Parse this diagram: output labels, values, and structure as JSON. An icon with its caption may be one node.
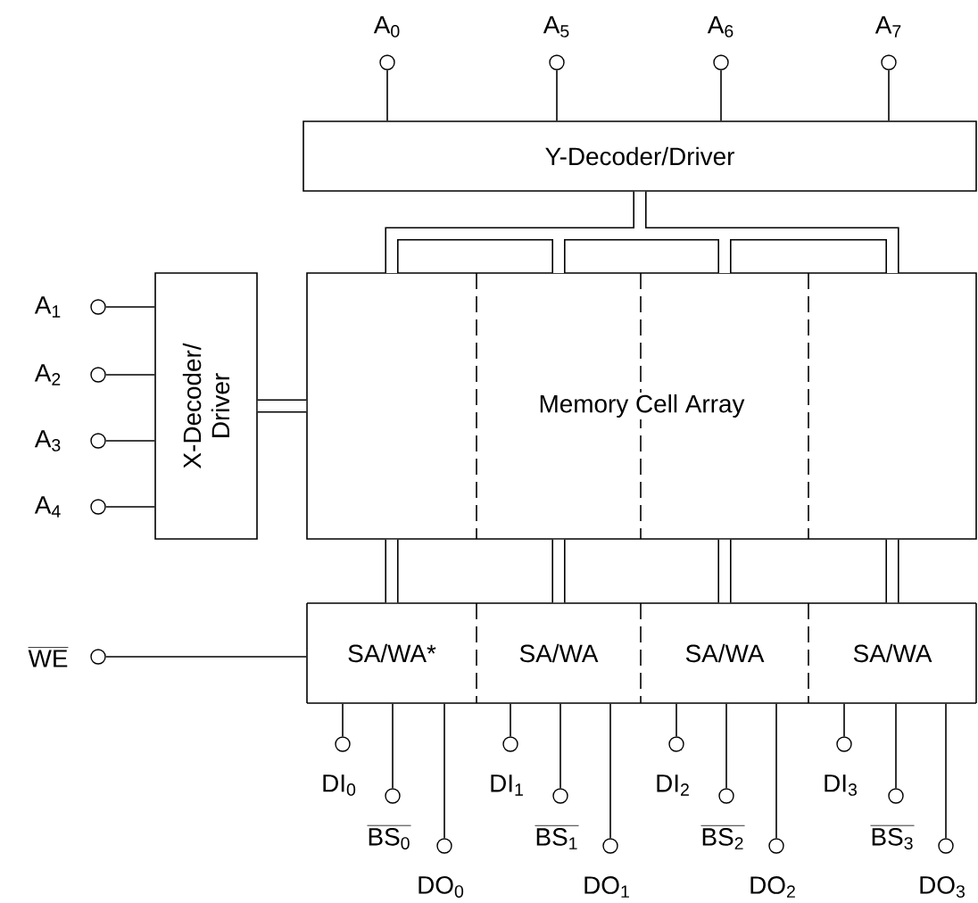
{
  "diagram": {
    "nodes": [
      {
        "text": [
          "A$_{0}$"
        ]
      },
      {
        "text": [
          "A$_{5}$"
        ]
      },
      {
        "text": [
          "A$_{6}$"
        ]
      },
      {
        "text": [
          "A$_{7}$"
        ]
      },
      {
        "text": [
          "Y-Decoder/Driver"
        ]
      },
      {
        "text": [
          "A$_{1}$"
        ]
      },
      {
        "text": [
          "A$_{2}$"
        ]
      },
      {
        "text": [
          "A$_{3}$"
        ]
      },
      {
        "text": [
          "A$_{4}$"
        ]
      },
      {
        "text": [
          "X-Decoder/ Driver"
        ]
      },
      {
        "text": [
          "Memory Cell Array"
        ]
      },
      {
        "text": [
          "WE"
        ]
      },
      {
        "text": [
          "SA/WA*"
        ]
      },
      {
        "text": [
          "SA/WA"
        ]
      },
      {
        "text": [
          "SA/WA"
        ]
      },
      {
        "text": [
          "SA/WA"
        ]
      },
      {
        "text": [
          "DI$_{0}$"
        ]
      },
      {
        "text": [
          "BS$_{0}$"
        ]
      },
      {
        "text": [
          "DO$_{0}$"
        ]
      },
      {
        "text": [
          "DI$_{1}$"
        ]
      },
      {
        "text": [
          "BS$_{1}$"
        ]
      },
      {
        "text": [
          "DO$_{1}$"
        ]
      },
      {
        "text": [
          "DI$_{2}$"
        ]
      },
      {
        "text": [
          "BS$_{2}$"
        ]
      },
      {
        "text": [
          "DO$_{2}$"
        ]
      },
      {
        "text": [
          "DI$_{3}$"
        ]
      },
      {
        "text": [
          "BS$_{3}$"
        ]
      },
      {
        "text": [
          "DO$_{3}$"
        ]
      }
    ],
    "edges": [
      {
        "from": 0,
        "to": 4,
        "arrow": "none"
      },
      {
        "from": 1,
        "to": 4,
        "arrow": "none"
      },
      {
        "from": 2,
        "to": 4,
        "arrow": "none"
      },
      {
        "from": 3,
        "to": 4,
        "arrow": "none"
      },
      {
        "from": 4,
        "to": 10,
        "arrow": "none",
        "style": "thick"
      },
      {
        "from": 5,
        "to": 9,
        "arrow": "none"
      },
      {
        "from": 6,
        "to": 9,
        "arrow": "none"
      },
      {
        "from": 7,
        "to": 9,
        "arrow": "none"
      },
      {
        "from": 8,
        "to": 9,
        "arrow": "none"
      },
      {
        "from": 9,
        "to": 10,
        "arrow": "none",
        "style": "thick"
      },
      {
        "from": 10,
        "to": 12,
        "arrow": "none",
        "style": "thick"
      },
      {
        "from": 10,
        "to": 13,
        "arrow": "none",
        "style": "thick"
      },
      {
        "from": 10,
        "to": 14,
        "arrow": "none",
        "style": "thick"
      },
      {
        "from": 10,
        "to": 15,
        "arrow": "none",
        "style": "thick"
      },
      {
        "from": 11,
        "to": 12,
        "arrow": "none"
      },
      {
        "from": 16,
        "to": 12,
        "arrow": "none"
      },
      {
        "from": 17,
        "to": 12,
        "arrow": "none"
      },
      {
        "from": 18,
        "to": 12,
        "arrow": "none"
      },
      {
        "from": 19,
        "to": 13,
        "arrow": "none"
      },
      {
        "from": 20,
        "to": 13,
        "arrow": "none"
      },
      {
        "from": 21,
        "to": 13,
        "arrow": "none"
      },
      {
        "from": 22,
        "to": 14,
        "arrow": "none"
      },
      {
        "from": 23,
        "to": 14,
        "arrow": "none"
      },
      {
        "from": 24,
        "to": 14,
        "arrow": "none"
      },
      {
        "from": 25,
        "to": 15,
        "arrow": "none"
      },
      {
        "from": 26,
        "to": 15,
        "arrow": "none"
      },
      {
        "from": 27,
        "to": 15,
        "arrow": "none"
      }
    ]
  }
}
